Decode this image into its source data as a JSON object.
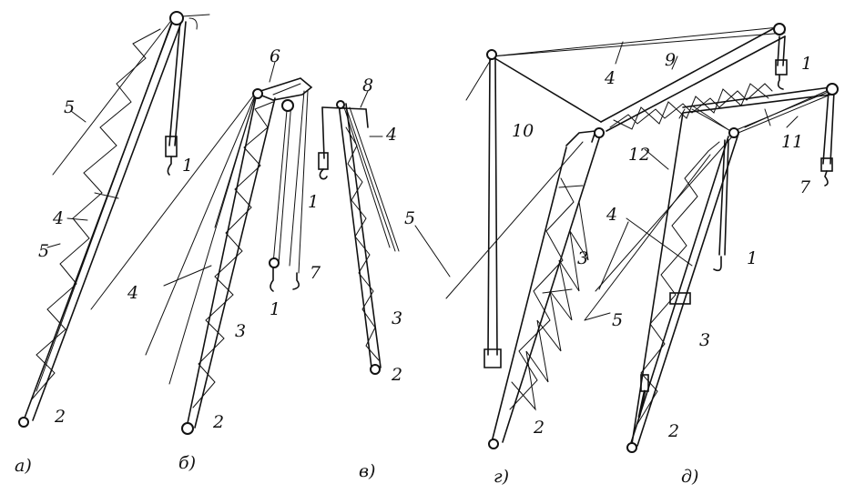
{
  "panels": [
    {
      "caption": "а)",
      "labels": [
        "5",
        "4",
        "5",
        "2",
        "1"
      ]
    },
    {
      "caption": "б)",
      "labels": [
        "6",
        "4",
        "3",
        "2",
        "1",
        "7"
      ]
    },
    {
      "caption": "в)",
      "labels": [
        "8",
        "4",
        "5",
        "1",
        "3",
        "2"
      ]
    },
    {
      "caption": "г)",
      "labels": [
        "9",
        "4",
        "1",
        "10",
        "3",
        "2"
      ]
    },
    {
      "caption": "д)",
      "labels": [
        "11",
        "12",
        "7",
        "4",
        "1",
        "5",
        "3",
        "2"
      ]
    }
  ]
}
